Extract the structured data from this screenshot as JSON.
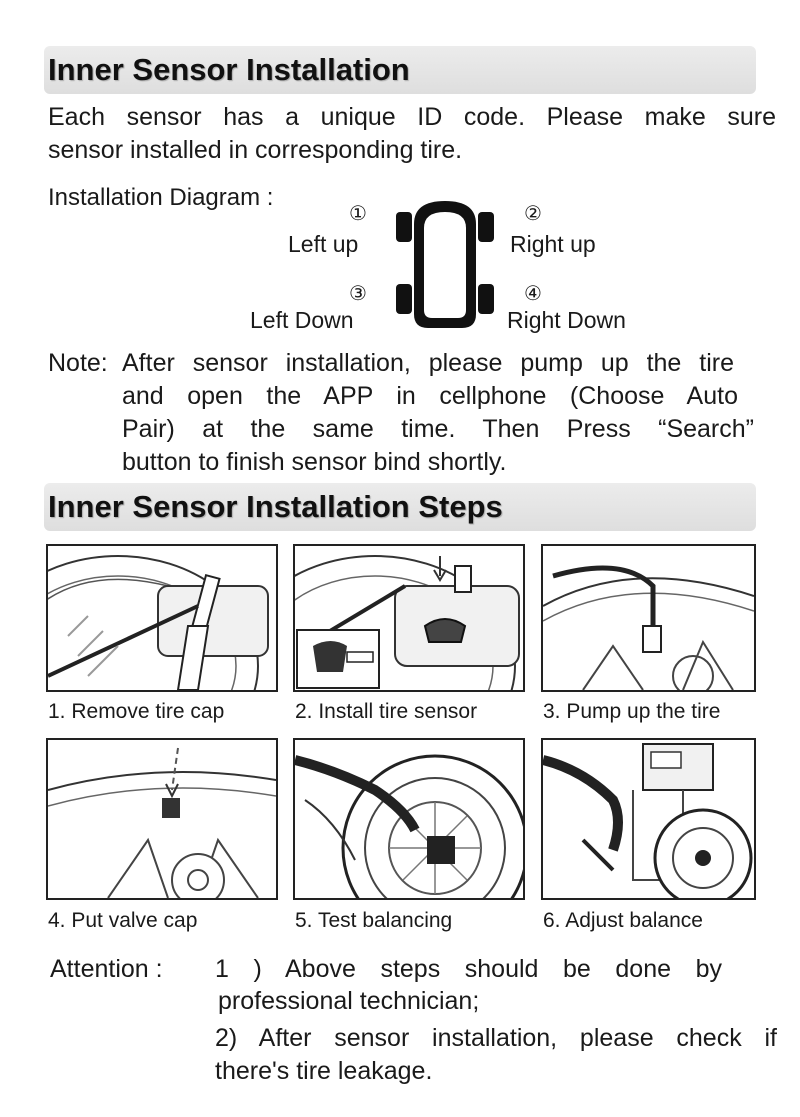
{
  "section1": {
    "title": "Inner Sensor Installation",
    "intro_line1": "Each sensor has a unique ID code. Please make sure",
    "intro_line2": "sensor installed in corresponding tire.",
    "diagram_label": "Installation Diagram :",
    "positions": [
      {
        "num": "①",
        "label": "Left up"
      },
      {
        "num": "②",
        "label": "Right up"
      },
      {
        "num": "③",
        "label": "Left Down"
      },
      {
        "num": "④",
        "label": "Right Down"
      }
    ],
    "note_prefix": "Note:",
    "note_line1": "After sensor installation, please pump up the tire",
    "note_line2": "and open the APP in cellphone (Choose Auto",
    "note_line3": "Pair) at the same time. Then Press  “Search”",
    "note_line4": "button to finish sensor bind shortly."
  },
  "section2": {
    "title": "Inner Sensor Installation Steps",
    "steps": [
      {
        "caption": "1. Remove tire cap",
        "illustration": "tire-cap-removal-illustration"
      },
      {
        "caption": "2. Install tire sensor",
        "illustration": "sensor-install-illustration"
      },
      {
        "caption": "3. Pump up the tire",
        "illustration": "tire-pump-illustration"
      },
      {
        "caption": "4. Put valve cap",
        "illustration": "valve-cap-illustration"
      },
      {
        "caption": "5. Test balancing",
        "illustration": "balance-test-illustration"
      },
      {
        "caption": "6. Adjust balance",
        "illustration": "balance-adjust-illustration"
      }
    ]
  },
  "attention": {
    "label": "Attention :",
    "item1_line1": "1 ) Above steps should be done by",
    "item1_line2": "professional technician;",
    "item2_line1": "2) After sensor installation, please check if",
    "item2_line2": "there's tire leakage."
  }
}
